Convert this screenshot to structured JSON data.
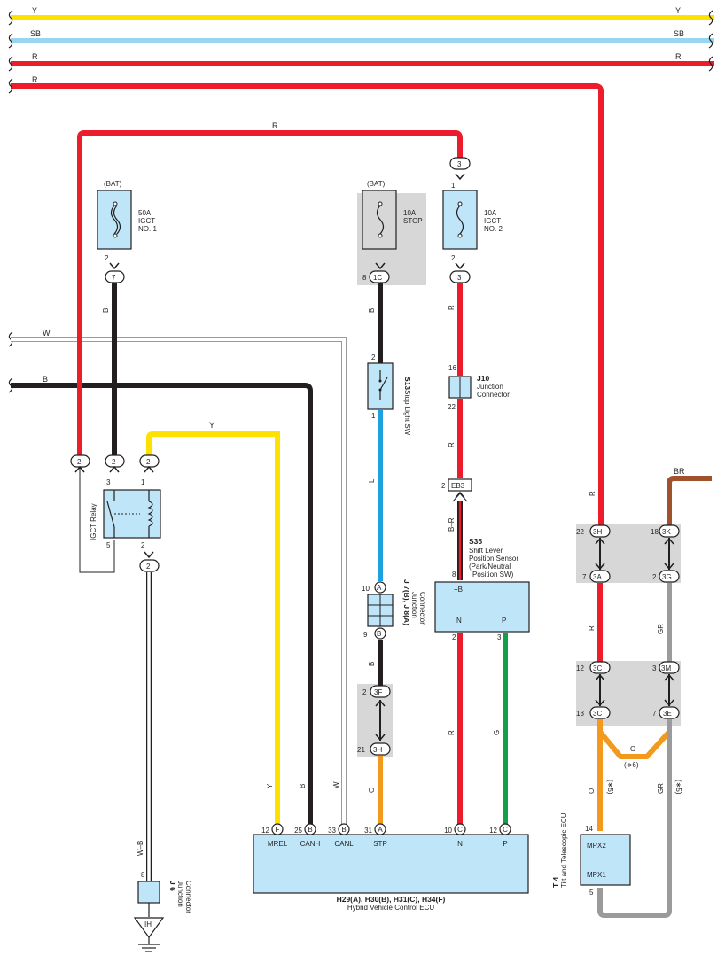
{
  "colors": {
    "Y": "#ffe100",
    "SB": "#98d6f0",
    "R": "#ec1c2c",
    "B": "#231f20",
    "W": "#ffffff",
    "L": "#1ca0e0",
    "O": "#f39a1e",
    "G": "#13a04a",
    "GR": "#9b9b9b",
    "BR": "#a0522d",
    "component_fill": "#bfe6f8",
    "shade": "#d7d7d7"
  },
  "bus": {
    "y_label": "Y",
    "sb_label": "SB",
    "r_label": "R",
    "r2_label": "R",
    "w_label": "W",
    "b_label": "B"
  },
  "fuses": {
    "igct1": {
      "bat": "(BAT)",
      "rating": "50A",
      "name1": "IGCT",
      "name2": "NO. 1",
      "pin_in": "",
      "pin_out": "2",
      "conn": "7"
    },
    "stop": {
      "bat": "(BAT)",
      "rating": "10A",
      "name1": "STOP",
      "pin_out": "8",
      "conn": "1C"
    },
    "igct2": {
      "rating": "10A",
      "name1": "IGCT",
      "name2": "NO. 2",
      "pin_in": "1",
      "pin_out": "2",
      "conn_top": "3",
      "conn_bot": "3"
    }
  },
  "wire_labels": {
    "r_top": "R",
    "b_left": "B",
    "y_top": "Y",
    "b_stop": "B",
    "l_stop": "L",
    "b_j7": "B",
    "o_3h": "O",
    "r_igct2": "R",
    "r_j10": "R",
    "br_label": "B–R",
    "r_right": "R",
    "br": "BR",
    "r_3a": "R",
    "gr_3g": "GR",
    "o_ecu": "O",
    "o_mid": "O",
    "star6": "(∗6)",
    "star5a": "(∗5)",
    "star5b": "(∗5)",
    "gr_ecu": "GR",
    "r_n": "R",
    "g_p": "G",
    "y_mrel": "Y",
    "b_canh": "B",
    "w_canl": "W",
    "wb": "W–B"
  },
  "relay": {
    "label": "IGCT Relay",
    "pin3": "3",
    "pin1": "1",
    "pin5": "5",
    "pin2": "2",
    "c1": "2",
    "c2": "2",
    "c3": "2",
    "c4": "2"
  },
  "stop_sw": {
    "code": "S13",
    "name": "Stop Light SW",
    "pin_top": "2",
    "pin_bot": "1"
  },
  "j10": {
    "code": "J10",
    "name1": "Junction",
    "name2": "Connector",
    "pin_top": "16",
    "pin_bot": "22"
  },
  "eb3": {
    "pin": "2",
    "label": "EB3"
  },
  "s35": {
    "code": "S35",
    "name1": "Shift Lever",
    "name2": "Position Sensor",
    "name3": "(Park/Neutral",
    "name4": "Position SW)",
    "pin_b": "8",
    "label_b": "+B",
    "label_n": "N",
    "label_p": "P",
    "pin_n": "2",
    "pin_p": "3"
  },
  "j7j8": {
    "code": "J 7(B), J 8(A)",
    "name1": "Junction",
    "name2": "Connector",
    "pin_top": "10",
    "conn_top": "A",
    "pin_bot": "9",
    "conn_bot": "B"
  },
  "inline": {
    "p3f": "2",
    "c3f": "3F",
    "p3h": "21",
    "c3h": "3H",
    "p22": "22",
    "c3h_r": "3H",
    "p7": "7",
    "c3a": "3A",
    "p18": "18",
    "c3k": "3K",
    "p2": "2",
    "c3g": "3G",
    "p12": "12",
    "c3c_a": "3C",
    "p13": "13",
    "c3c_b": "3C",
    "p3": "3",
    "c3m": "3M",
    "p7b": "7",
    "c3e": "3E"
  },
  "hv_ecu": {
    "code": "H29(A), H30(B), H31(C), H34(F)",
    "name": "Hybrid Vehicle Control ECU",
    "pins": [
      {
        "num": "12",
        "conn": "F",
        "label": "MREL"
      },
      {
        "num": "25",
        "conn": "B",
        "label": "CANH"
      },
      {
        "num": "33",
        "conn": "B",
        "label": "CANL"
      },
      {
        "num": "31",
        "conn": "A",
        "label": "STP"
      },
      {
        "num": "10",
        "conn": "C",
        "label": "N"
      },
      {
        "num": "12",
        "conn": "C",
        "label": "P"
      }
    ]
  },
  "tilt_ecu": {
    "code": "T 4",
    "name": "Tilt and Telescopic ECU",
    "pin14": "14",
    "mpx2": "MPX2",
    "mpx1": "MPX1",
    "pin5": "5"
  },
  "j6": {
    "code": "J 6",
    "name1": "Junction",
    "name2": "Connector",
    "pin": "8",
    "ground": "IH"
  }
}
